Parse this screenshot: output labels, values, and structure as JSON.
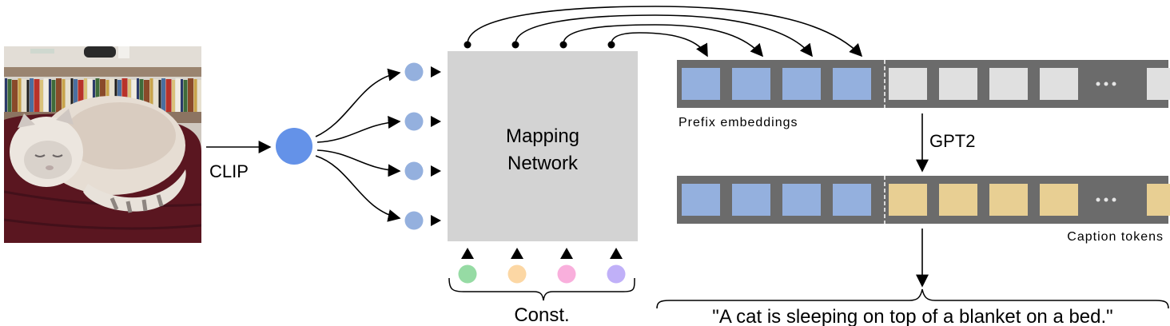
{
  "input_image": {
    "description": "Photo of a light-colored cat curled up sleeping on a dark red blanket in front of a bookshelf"
  },
  "labels": {
    "clip": "CLIP",
    "mapping_network_line1": "Mapping",
    "mapping_network_line2": "Network",
    "const": "Const.",
    "prefix_embeddings": "Prefix embeddings",
    "gpt2": "GPT2",
    "caption_tokens": "Caption tokens",
    "caption_output": "\"A cat is sleeping on top of a blanket on a bed.\""
  },
  "ellipsis": "• • •",
  "colors": {
    "clip_embedding": "#6492e8",
    "prefix_node": "#94b0de",
    "mapping_box": "#d3d3d3",
    "strip_bg": "#6b6b6b",
    "prefix_cell": "#94b0de",
    "empty_cell": "#e0e0e0",
    "caption_cell": "#e8cf93",
    "const_nodes": [
      "#96dba4",
      "#fcd7a4",
      "#f9afdc",
      "#c0b0f8"
    ]
  },
  "prefix_count": 4,
  "const_count": 4,
  "top_strip_cells": [
    "prefix",
    "prefix",
    "prefix",
    "prefix",
    "empty",
    "empty",
    "empty",
    "empty",
    "ellipsis",
    "empty"
  ],
  "bottom_strip_cells": [
    "prefix",
    "prefix",
    "prefix",
    "prefix",
    "caption",
    "caption",
    "caption",
    "caption",
    "ellipsis",
    "caption"
  ]
}
